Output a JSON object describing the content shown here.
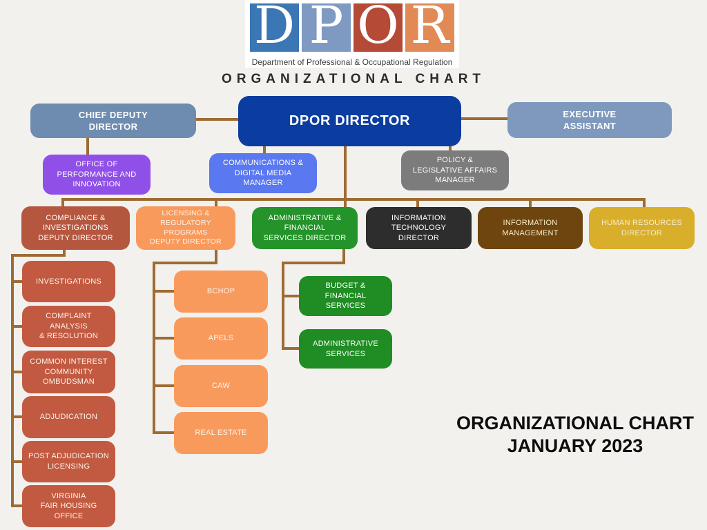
{
  "theme": {
    "background": "#f2f1ee",
    "connector_color": "#9e6b33"
  },
  "logo": {
    "tiles": [
      {
        "letter": "D",
        "bg": "#3b76b5"
      },
      {
        "letter": "P",
        "bg": "#7e9ac3"
      },
      {
        "letter": "O",
        "bg": "#b54a36"
      },
      {
        "letter": "R",
        "bg": "#e18a56"
      }
    ],
    "tagline": "Department of Professional & Occupational Regulation",
    "heading": "ORGANIZATIONAL CHART"
  },
  "nodes": {
    "chief_deputy": {
      "label": "CHIEF DEPUTY\nDIRECTOR",
      "color": "#6e8cb0"
    },
    "dpor_director": {
      "label": "DPOR DIRECTOR",
      "color": "#0b3c9f"
    },
    "executive_assistant": {
      "label": "EXECUTIVE\nASSISTANT",
      "color": "#7e99bd"
    },
    "office_performance_innovation": {
      "label": "OFFICE OF\nPERFORMANCE AND\nINNOVATION",
      "color": "#9050e8"
    },
    "communications_manager": {
      "label": "COMMUNICATIONS &\nDIGITAL MEDIA\nMANAGER",
      "color": "#5a78f0"
    },
    "policy_manager": {
      "label": "POLICY &\nLEGISLATIVE AFFAIRS\nMANAGER",
      "color": "#7c7c7c"
    },
    "compliance_deputy": {
      "label": "COMPLIANCE &\nINVESTIGATIONS\nDEPUTY DIRECTOR",
      "color": "#b5573f"
    },
    "licensing_deputy": {
      "label": "LICENSING &\nREGULATORY\nPROGRAMS\nDEPUTY DIRECTOR",
      "color": "#f99a5d"
    },
    "admin_financial_director": {
      "label": "ADMINISTRATIVE &\nFINANCIAL\nSERVICES DIRECTOR",
      "color": "#249329"
    },
    "it_director": {
      "label": "INFORMATION\nTECHNOLOGY\nDIRECTOR",
      "color": "#2d2d2d"
    },
    "info_management": {
      "label": "INFORMATION\nMANAGEMENT",
      "color": "#6f450f"
    },
    "hr_director": {
      "label": "HUMAN RESOURCES\nDIRECTOR",
      "color": "#d9ae2a"
    },
    "investigations": {
      "label": "INVESTIGATIONS",
      "color": "#c25a42"
    },
    "complaint_analysis": {
      "label": "COMPLAINT ANALYSIS\n& RESOLUTION",
      "color": "#c25a42"
    },
    "common_interest_ombudsman": {
      "label": "COMMON INTEREST\nCOMMUNITY\nOMBUDSMAN",
      "color": "#c25a42"
    },
    "adjudication": {
      "label": "ADJUDICATION",
      "color": "#c25a42"
    },
    "post_adjudication_licensing": {
      "label": "POST ADJUDICATION\nLICENSING",
      "color": "#c25a42"
    },
    "virginia_fair_housing": {
      "label": "VIRGINIA\nFAIR HOUSING\nOFFICE",
      "color": "#c25a42"
    },
    "bchop": {
      "label": "BCHOP",
      "color": "#f99a5d"
    },
    "apels": {
      "label": "APELS",
      "color": "#f99a5d"
    },
    "caw": {
      "label": "CAW",
      "color": "#f99a5d"
    },
    "real_estate": {
      "label": "REAL ESTATE",
      "color": "#f99a5d"
    },
    "budget_financial": {
      "label": "BUDGET &\nFINANCIAL\nSERVICES",
      "color": "#1f8c24"
    },
    "admin_services": {
      "label": "ADMINISTRATIVE\nSERVICES",
      "color": "#1f8c24"
    }
  },
  "footer": {
    "line1": "ORGANIZATIONAL CHART",
    "line2": "JANUARY 2023"
  }
}
